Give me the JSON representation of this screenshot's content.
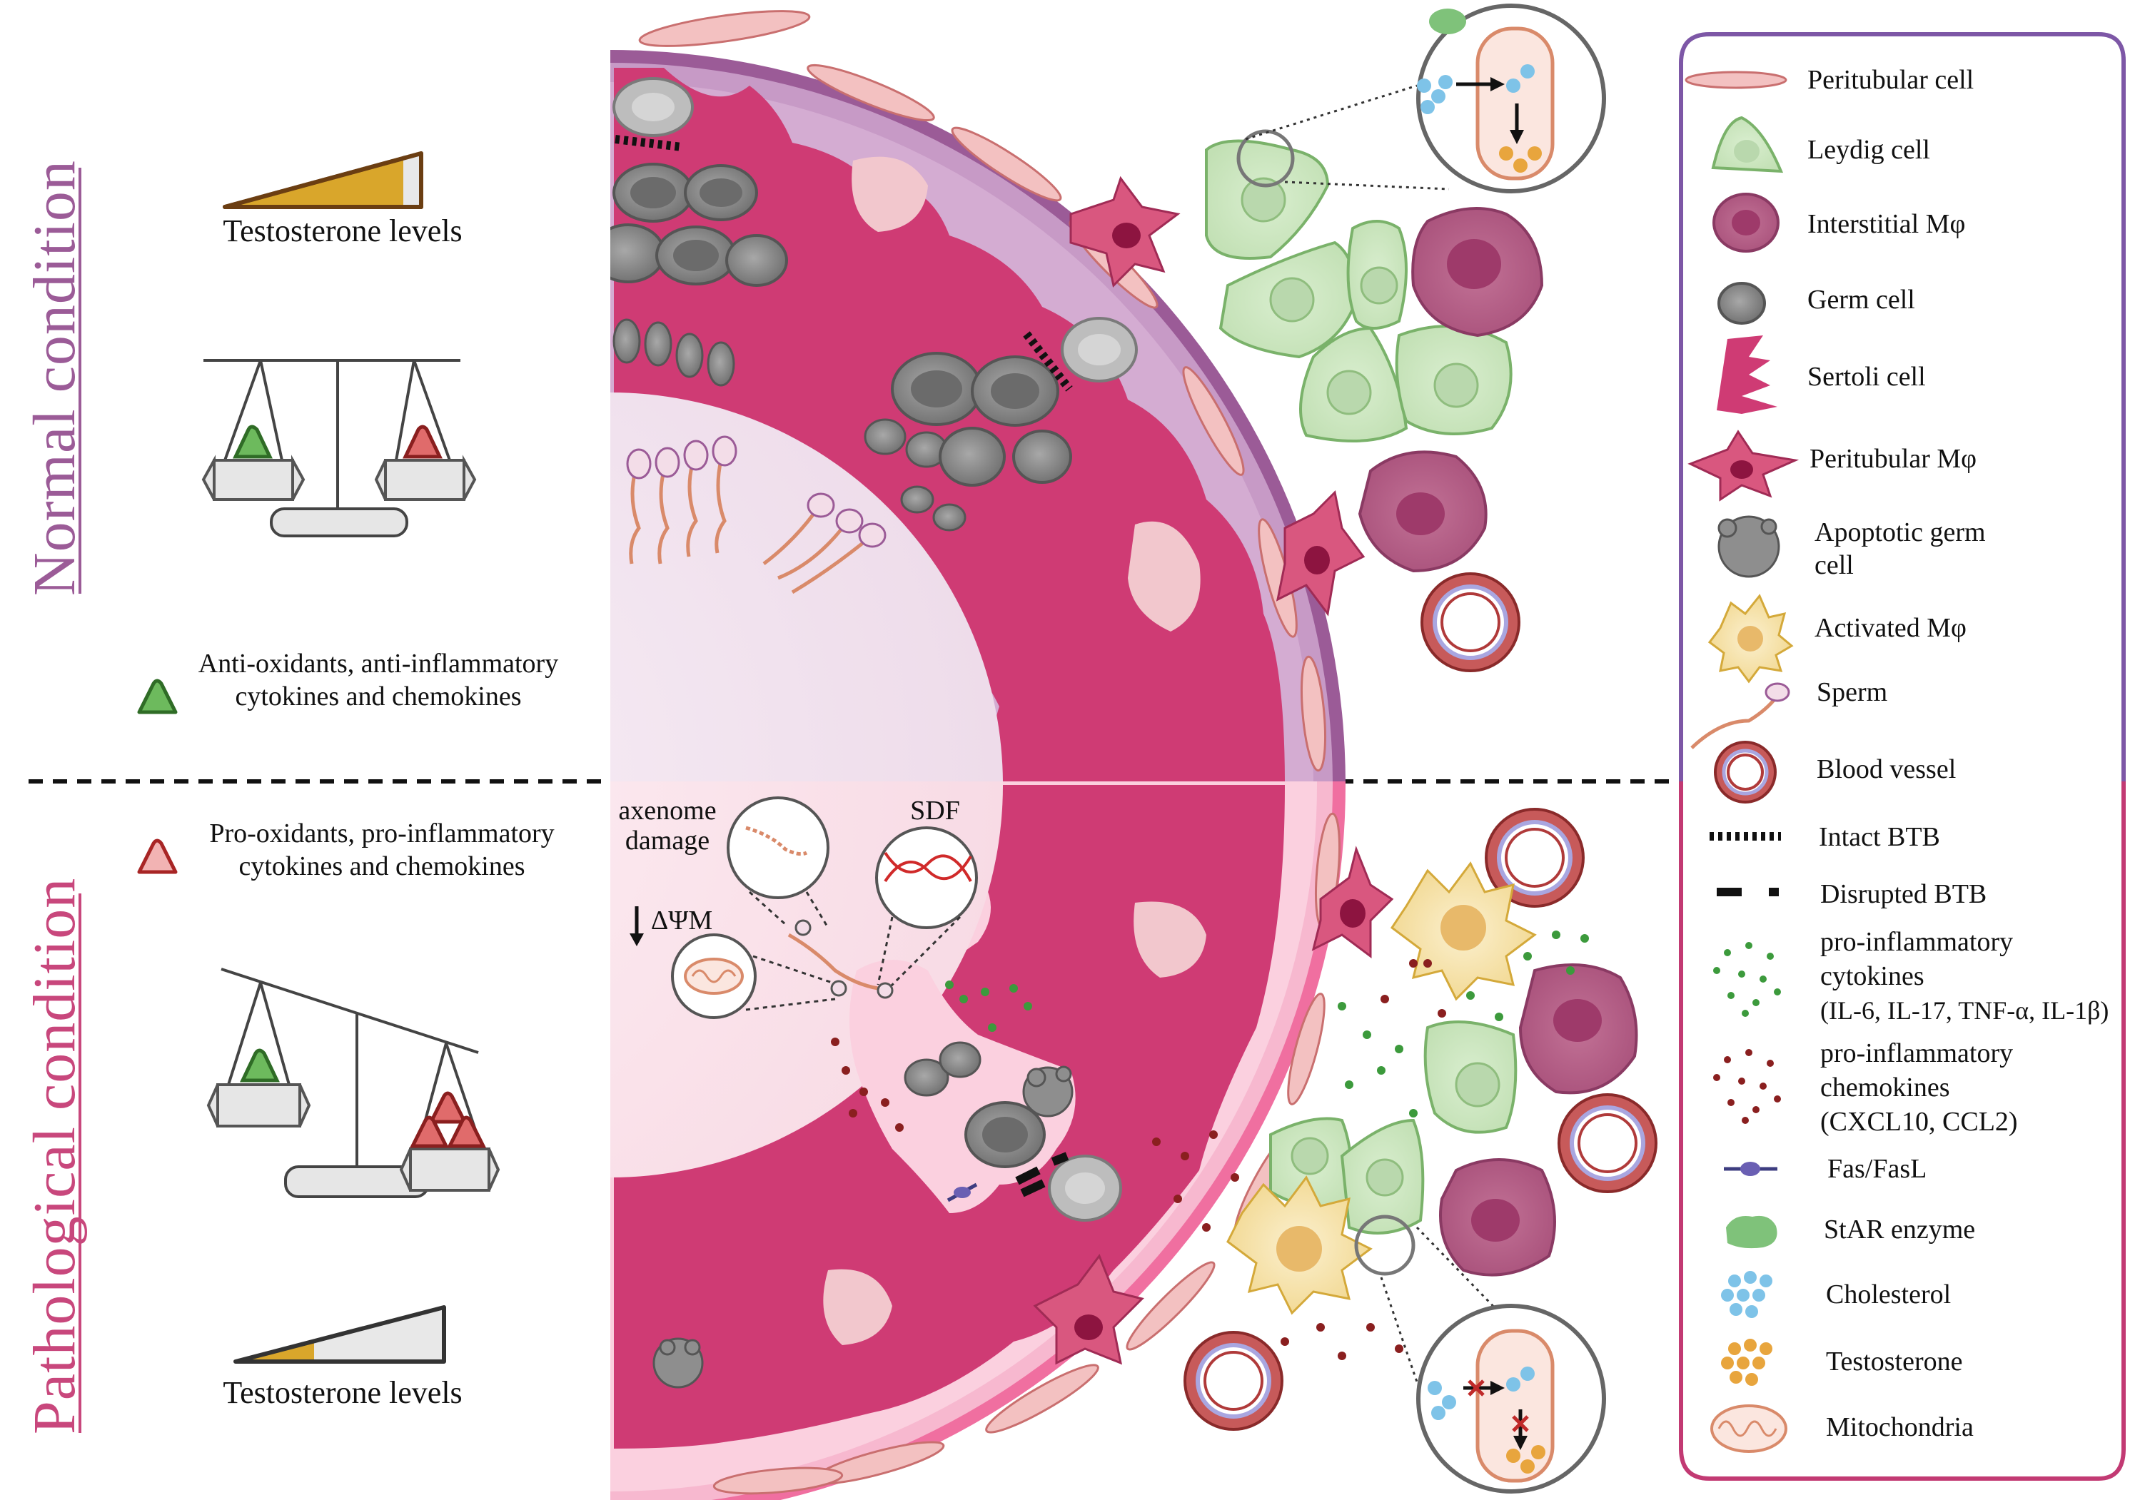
{
  "side_titles": {
    "normal": "Normal condition",
    "pathological": "Pathological condition"
  },
  "left_panel": {
    "testosterone_top": "Testosterone levels",
    "testosterone_bottom": "Testosterone levels",
    "anti_line1": "Anti-oxidants, anti-inflammatory",
    "anti_line2": "cytokines and chemokines",
    "pro_line1": "Pro-oxidants,  pro-inflammatory",
    "pro_line2": "cytokines and chemokines"
  },
  "annotations": {
    "axenome_line1": "axenome",
    "axenome_line2": "damage",
    "sdf": "SDF",
    "delta_psi": "ΔΨM"
  },
  "legend": {
    "peritubular_cell": "Peritubular cell",
    "leydig_cell": "Leydig cell",
    "interstitial_mphi": "Interstitial Mφ",
    "germ_cell": "Germ cell",
    "sertoli_cell": "Sertoli cell",
    "peritubular_mphi": "Peritubular Mφ",
    "apoptotic_line1": "Apoptotic germ",
    "apoptotic_line2": "cell",
    "activated_mphi": "Activated  Mφ",
    "sperm": "Sperm",
    "blood_vessel": "Blood vessel",
    "intact_btb": "Intact BTB",
    "disrupted_btb": "Disrupted BTB",
    "cytokines_line1": "pro-inflammatory",
    "cytokines_line2": "cytokines",
    "cytokines_line3": "(IL-6, IL-17, TNF-α, IL-1β)",
    "chemokines_line1": "pro-inflammatory",
    "chemokines_line2": "chemokines",
    "chemokines_line3": "(CXCL10, CCL2)",
    "fas": "Fas/FasL",
    "star": "StAR enzyme",
    "cholesterol": "Cholesterol",
    "testosterone": "Testosterone",
    "mitochondria": "Mitochondria"
  },
  "colors": {
    "normal_title": "#9b5b97",
    "pathological_title": "#c8477c",
    "legend_border_top": "#7d57a6",
    "legend_border_bottom": "#c23a73",
    "tubule_magenta": "#cf3b74",
    "tubule_lilac": "#c79ac6",
    "leydig_green": "#cfe8c4",
    "gold": "#d9a62b"
  }
}
